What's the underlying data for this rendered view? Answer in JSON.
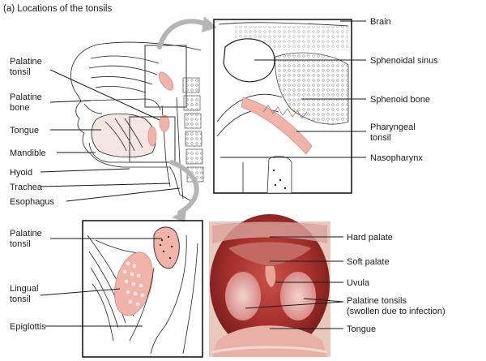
{
  "title": "(a) Locations of the tonsils",
  "labels": {
    "palatine_tonsil_1": "Palatine",
    "palatine_tonsil_2": "tonsil",
    "palatine_bone_1": "Palatine",
    "palatine_bone_2": "bone",
    "tongue": "Tongue",
    "mandible": "Mandible",
    "hyoid": "Hyoid",
    "trachea": "Trachea",
    "esophagus": "Esophagus",
    "brain": "Brain",
    "sphenoidal_sinus": "Sphenoidal sinus",
    "sphenoid_bone": "Sphenoid bone",
    "pharyngeal_tonsil_1": "Pharyngeal",
    "pharyngeal_tonsil_2": "tonsil",
    "nasopharynx": "Nasopharynx",
    "zoom_palatine_tonsil_1": "Palatine",
    "zoom_palatine_tonsil_2": "tonsil",
    "lingual_tonsil_1": "Lingual",
    "lingual_tonsil_2": "tonsil",
    "epiglottis": "Epiglottis",
    "hard_palate": "Hard palate",
    "soft_palate": "Soft palate",
    "uvula": "Uvula",
    "palatine_tonsils_1": "Palatine tonsils",
    "palatine_tonsils_2": "(swollen due to infection)",
    "photo_tongue": "Tongue"
  },
  "colors": {
    "tonsil_pink": "#f0b4ab",
    "arrow_gray": "#b5b5b5",
    "photo_red": "#b8463f"
  }
}
